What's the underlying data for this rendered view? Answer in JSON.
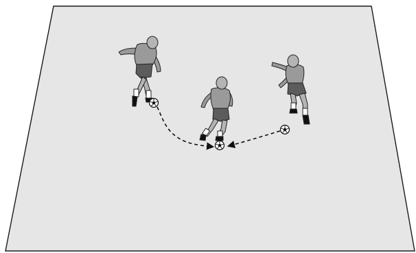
{
  "diagram": {
    "players": [
      {
        "name": "player-left"
      },
      {
        "name": "player-center"
      },
      {
        "name": "player-right"
      }
    ],
    "balls": [
      {
        "name": "ball-left"
      },
      {
        "name": "ball-center"
      },
      {
        "name": "ball-right"
      }
    ],
    "passes": [
      {
        "from": "ball-left",
        "to": "ball-center",
        "style": "dashed-arrow"
      },
      {
        "from": "ball-right",
        "to": "ball-center",
        "style": "dashed-arrow"
      }
    ],
    "colors": {
      "field_fill": "#e6e6e6",
      "field_line": "#1a1a1a",
      "jersey": "#9a9a9a",
      "shorts": "#5c5c5c",
      "skin": "#b4b4b4",
      "sock": "#ffffff",
      "boot": "#111111"
    }
  }
}
